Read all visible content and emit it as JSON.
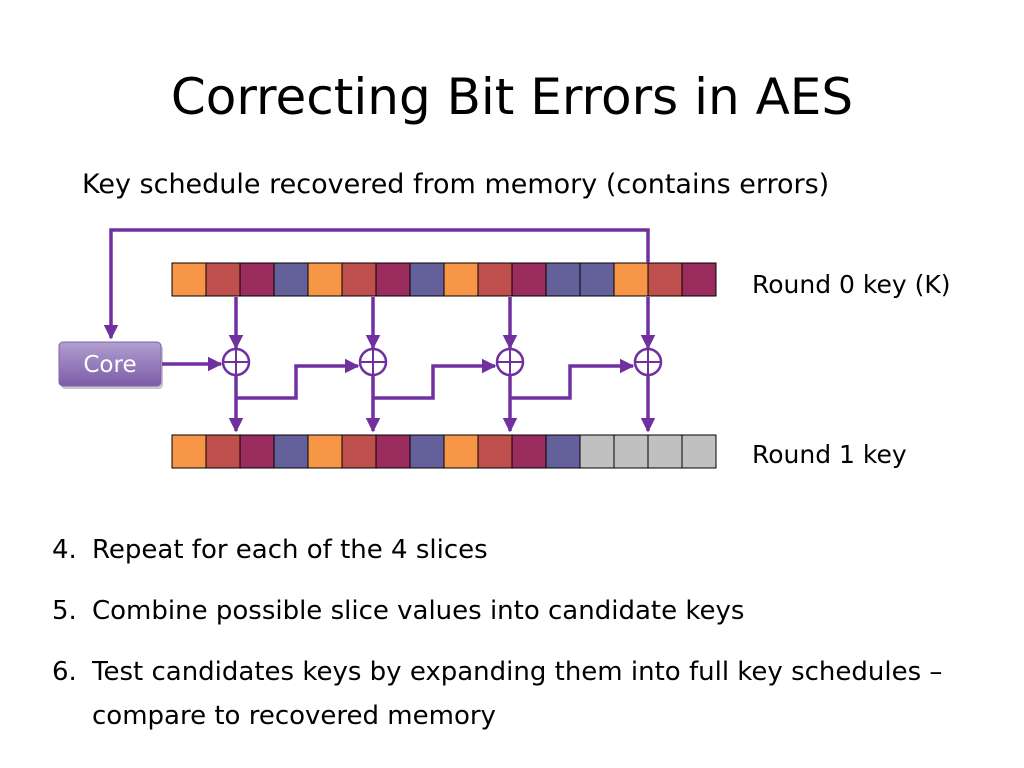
{
  "slide": {
    "title": "Correcting Bit Errors in AES",
    "subtitle": "Key schedule recovered from memory (contains errors)"
  },
  "diagram": {
    "round0_label": "Round 0 key (K)",
    "round1_label": "Round 1 key",
    "core_label": "Core",
    "xor_symbol": "⊕",
    "colors": {
      "orange": "#f79646",
      "red": "#c0504d",
      "plum": "#9b2d5e",
      "blue": "#64609a",
      "gray": "#c0c0c0",
      "arrow": "#7030a0",
      "core": "#8064a2"
    },
    "round0_cells": [
      "orange",
      "red",
      "plum",
      "blue",
      "orange",
      "red",
      "plum",
      "blue",
      "orange",
      "red",
      "plum",
      "blue",
      "blue",
      "orange",
      "red",
      "plum"
    ],
    "round1_cells": [
      "orange",
      "red",
      "plum",
      "blue",
      "orange",
      "red",
      "plum",
      "blue",
      "orange",
      "red",
      "plum",
      "blue",
      "gray",
      "gray",
      "gray",
      "gray"
    ]
  },
  "steps": [
    {
      "num": "4.",
      "text": "Repeat for each of the 4 slices"
    },
    {
      "num": "5.",
      "text": "Combine possible slice values into candidate keys"
    },
    {
      "num": "6.",
      "text": "Test candidates keys by expanding them into full key schedules – compare to recovered memory"
    }
  ]
}
